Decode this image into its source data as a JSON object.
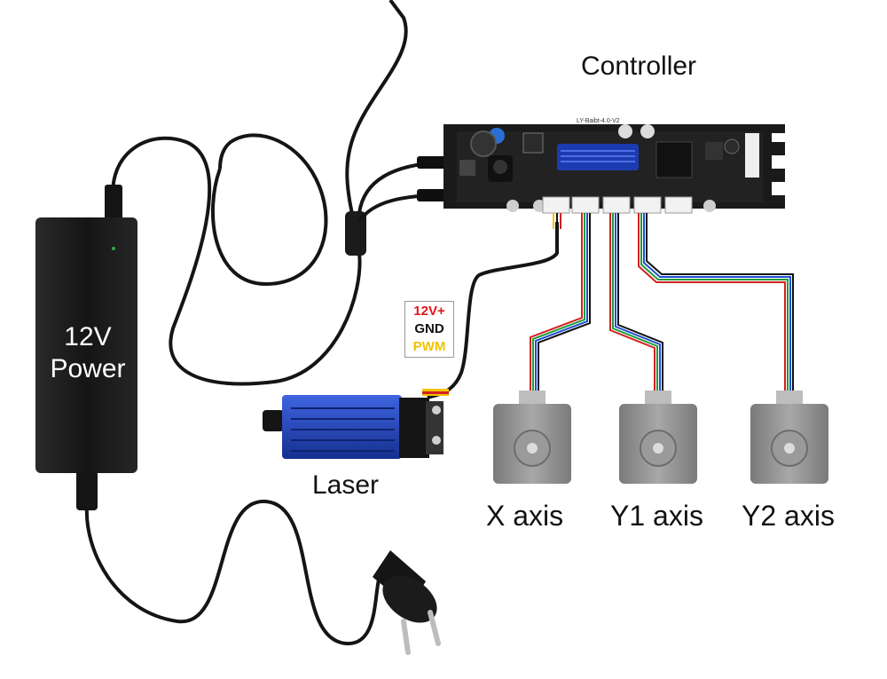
{
  "controller": {
    "title": "Controller",
    "board_label": "LY-Baibt-4.0-V2"
  },
  "power_supply": {
    "label_line1": "12V",
    "label_line2": "Power"
  },
  "laser": {
    "title": "Laser",
    "pins": {
      "vcc": "12V+",
      "gnd": "GND",
      "pwm": "PWM"
    }
  },
  "motors": [
    {
      "label": "X axis"
    },
    {
      "label": "Y1 axis"
    },
    {
      "label": "Y2 axis"
    }
  ],
  "colors": {
    "laser_body": "#1d3fb5",
    "pin_12v": "#e1141c",
    "pin_pwm": "#f2c200",
    "motor_gray": "#8c8c8c",
    "board_black": "#1a1a1a",
    "wire_red": "#d42020",
    "wire_green": "#1e9b3a",
    "wire_blue": "#1f4fd0"
  }
}
